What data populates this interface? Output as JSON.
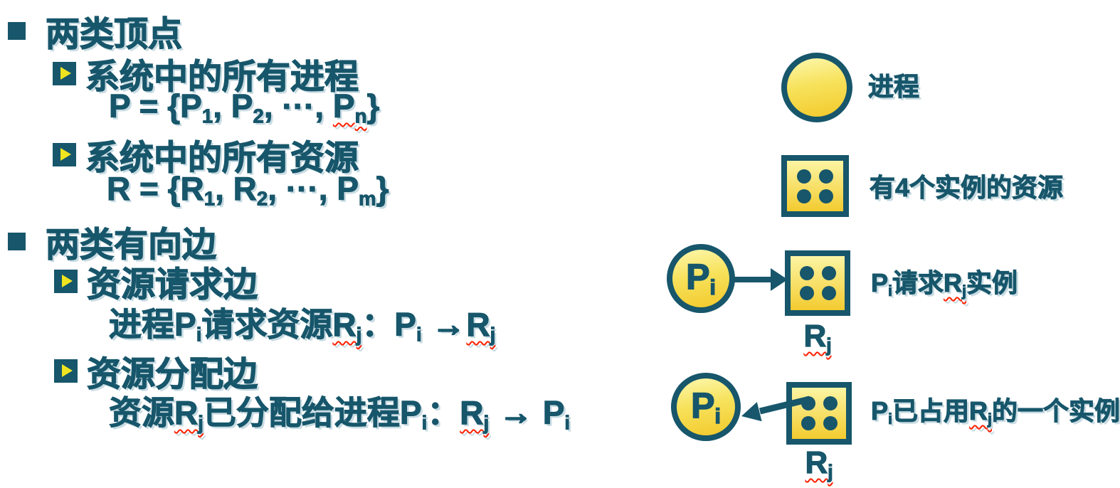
{
  "colors": {
    "teal": "#17566B",
    "yellow_light": "#FCF5A4",
    "yellow_deep": "#F3CB2F",
    "bullet_yellow": "#F0E420",
    "squiggle": "#FF2000",
    "shadow": "#C9DCE3"
  },
  "outline": [
    {
      "level": 1,
      "bullet": "filled-square",
      "text": "两类顶点"
    },
    {
      "level": 2,
      "bullet": "play-triangle",
      "text": "系统中的所有进程"
    },
    {
      "level": 3,
      "bullet": null,
      "segments": [
        {
          "v": "P = {P"
        },
        {
          "v": "1",
          "sub": true
        },
        {
          "v": ", P"
        },
        {
          "v": "2",
          "sub": true
        },
        {
          "v": ", ···, "
        },
        {
          "v": "P",
          "wavy": true
        },
        {
          "v": "n",
          "sub": true,
          "wavy": true
        },
        {
          "v": "}"
        }
      ]
    },
    {
      "level": 2,
      "bullet": "play-triangle",
      "text": "系统中的所有资源"
    },
    {
      "level": 3,
      "bullet": null,
      "segments": [
        {
          "v": "R = {R"
        },
        {
          "v": "1",
          "sub": true
        },
        {
          "v": ", R"
        },
        {
          "v": "2",
          "sub": true
        },
        {
          "v": ", ···, "
        },
        {
          "v": "P"
        },
        {
          "v": "m",
          "sub": true
        },
        {
          "v": "}"
        }
      ]
    },
    {
      "level": 1,
      "bullet": "filled-square",
      "text": "两类有向边"
    },
    {
      "level": 2,
      "bullet": "play-triangle",
      "text": "资源请求边"
    },
    {
      "level": 3,
      "bullet": null,
      "segments": [
        {
          "v": "进程P"
        },
        {
          "v": "i",
          "sub": true
        },
        {
          "v": "请求资源"
        },
        {
          "v": "R",
          "wavy": true
        },
        {
          "v": "j",
          "sub": true,
          "wavy": true
        },
        {
          "v": "："
        },
        {
          "v": "P"
        },
        {
          "v": "i",
          "sub": true
        },
        {
          "v": " "
        },
        {
          "v": "→",
          "arrow": true
        },
        {
          "v": "R",
          "wavy": true
        },
        {
          "v": "j",
          "sub": true,
          "wavy": true
        }
      ]
    },
    {
      "level": 2,
      "bullet": "play-triangle",
      "text": "资源分配边"
    },
    {
      "level": 3,
      "bullet": null,
      "segments": [
        {
          "v": "资源"
        },
        {
          "v": "R",
          "wavy": true
        },
        {
          "v": "j",
          "sub": true,
          "wavy": true
        },
        {
          "v": "已分配给进程P"
        },
        {
          "v": "i",
          "sub": true
        },
        {
          "v": "："
        },
        {
          "v": "R",
          "wavy": true
        },
        {
          "v": "j",
          "sub": true,
          "wavy": true
        },
        {
          "v": " "
        },
        {
          "v": "→",
          "arrow": true
        },
        {
          "v": " P"
        },
        {
          "v": "i",
          "sub": true
        }
      ]
    }
  ],
  "legend": {
    "process": {
      "shape": "circle",
      "label": "进程"
    },
    "multi_instance_resource": {
      "shape": "square",
      "instances": 4,
      "label": "有4个实例的资源"
    },
    "request_edge": {
      "instances": 4,
      "process_node": [
        {
          "v": "P"
        },
        {
          "v": "i",
          "sub": true
        }
      ],
      "resource_name": [
        {
          "v": "R",
          "wavy": true
        },
        {
          "v": "j",
          "sub": true,
          "wavy": true
        }
      ],
      "caption": [
        {
          "v": "P"
        },
        {
          "v": "i",
          "sub": true
        },
        {
          "v": "请求"
        },
        {
          "v": "R",
          "wavy": true
        },
        {
          "v": "j",
          "sub": true,
          "wavy": true
        },
        {
          "v": "实例"
        }
      ]
    },
    "assignment_edge": {
      "instances": 4,
      "process_node": [
        {
          "v": "P"
        },
        {
          "v": "i",
          "sub": true
        }
      ],
      "resource_name": [
        {
          "v": "R",
          "wavy": true
        },
        {
          "v": "j",
          "sub": true,
          "wavy": true
        }
      ],
      "caption": [
        {
          "v": "P"
        },
        {
          "v": "i",
          "sub": true
        },
        {
          "v": "已占用"
        },
        {
          "v": "R",
          "wavy": true
        },
        {
          "v": "j",
          "sub": true,
          "wavy": true
        },
        {
          "v": "的一个实例"
        }
      ]
    }
  }
}
